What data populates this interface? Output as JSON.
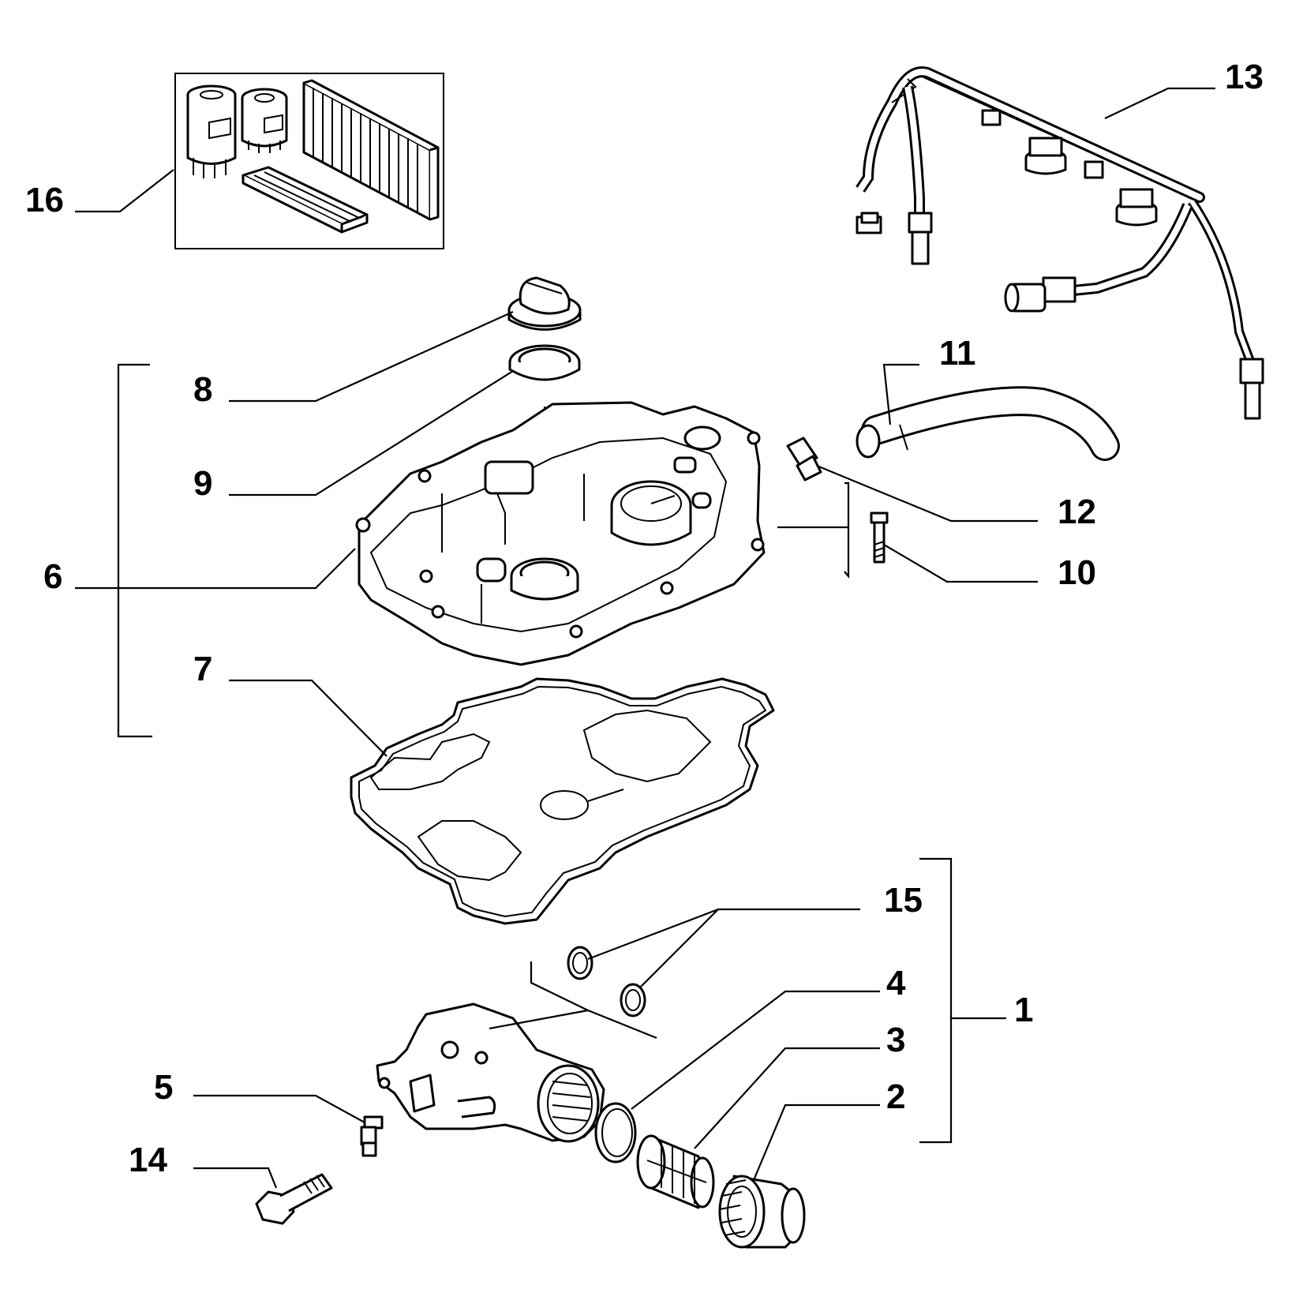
{
  "diagram": {
    "labels": {
      "p1": "1",
      "p2": "2",
      "p3": "3",
      "p4": "4",
      "p5": "5",
      "p6": "6",
      "p7": "7",
      "p8": "8",
      "p9": "9",
      "p10": "10",
      "p11": "11",
      "p12": "12",
      "p13": "13",
      "p14": "14",
      "p15": "15",
      "p16": "16"
    }
  }
}
